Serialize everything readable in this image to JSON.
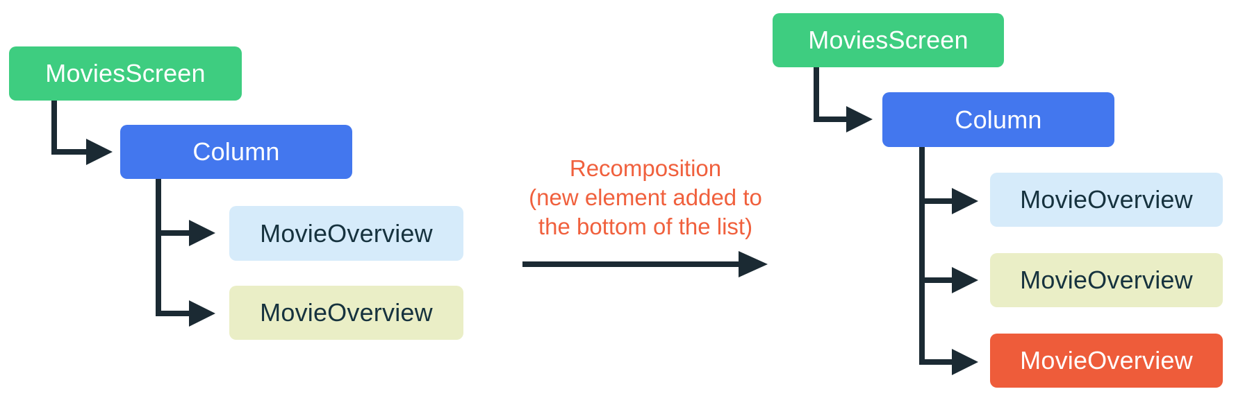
{
  "colors": {
    "green": "#3ecd80",
    "blue": "#4377ee",
    "light_blue": "#d6ebfa",
    "light_yellow": "#eaeec6",
    "orange": "#ee5c3a",
    "connector": "#1b2a33",
    "dark_text": "#16323e",
    "white_text": "#ffffff",
    "annotation_text": "#f0603d",
    "canvas_bg": "#ffffff"
  },
  "left_tree": {
    "root": {
      "label": "MoviesScreen",
      "color": "#3ecd80"
    },
    "container": {
      "label": "Column",
      "color": "#4377ee"
    },
    "children": [
      {
        "label": "MovieOverview",
        "color": "#d6ebfa"
      },
      {
        "label": "MovieOverview",
        "color": "#eaeec6"
      }
    ]
  },
  "annotation": {
    "lines": [
      "Recomposition",
      "(new element added to",
      "the bottom of the list)"
    ]
  },
  "right_tree": {
    "root": {
      "label": "MoviesScreen",
      "color": "#3ecd80"
    },
    "container": {
      "label": "Column",
      "color": "#4377ee"
    },
    "children": [
      {
        "label": "MovieOverview",
        "color": "#d6ebfa"
      },
      {
        "label": "MovieOverview",
        "color": "#eaeec6"
      },
      {
        "label": "MovieOverview",
        "color": "#ee5c3a"
      }
    ]
  }
}
